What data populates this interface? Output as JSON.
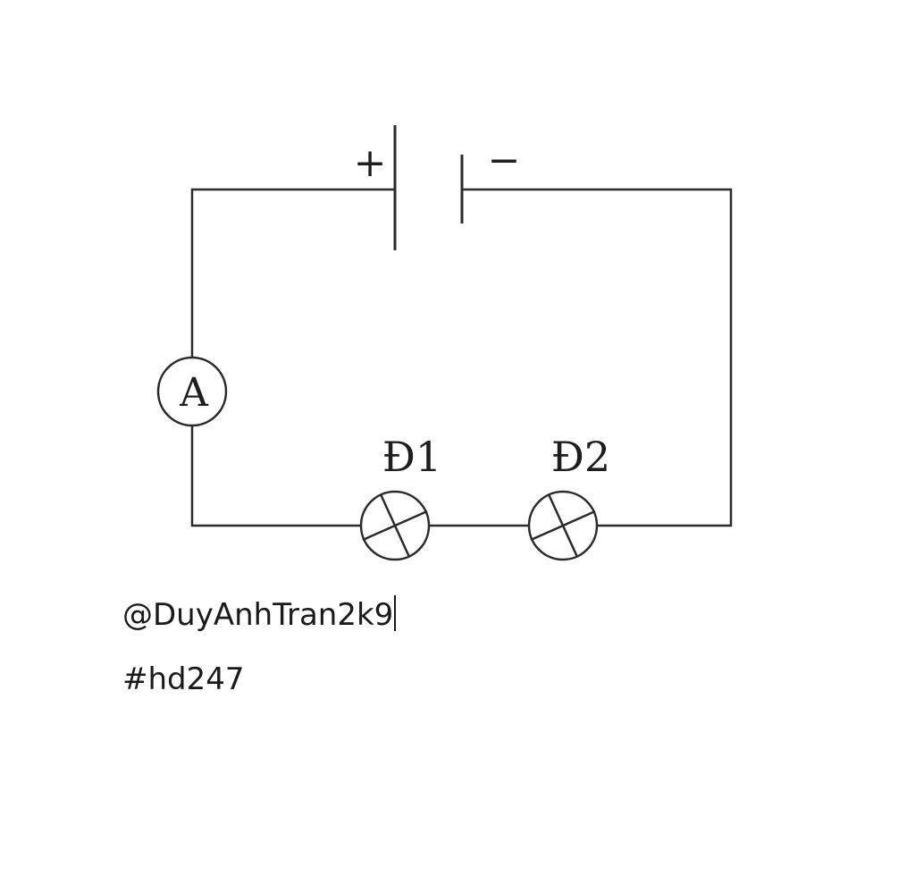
{
  "diagram": {
    "battery": {
      "positive_sign": "+",
      "negative_sign": "−"
    },
    "ammeter": {
      "label": "A"
    },
    "lamps": [
      {
        "label": "Đ1"
      },
      {
        "label": "Đ2"
      }
    ]
  },
  "notes": {
    "handle": "@DuyAnhTran2k9",
    "tag": "#hd247"
  },
  "colors": {
    "ink": "#2b2b2b",
    "background": "#ffffff"
  }
}
